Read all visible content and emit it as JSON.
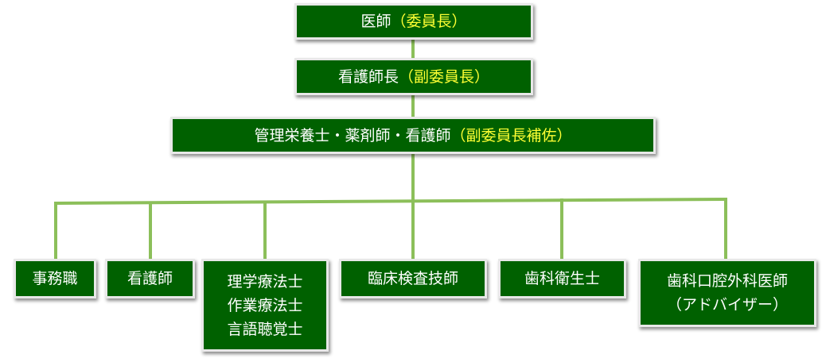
{
  "diagram": {
    "colors": {
      "box_fill": "#006100",
      "box_border": "#e8e8e8",
      "text": "#ffffff",
      "highlight_text": "#ffff33",
      "connector": "#8cbf5a"
    },
    "top_nodes": [
      {
        "name": "医師",
        "role": "（委員長）"
      },
      {
        "name": "看護師長",
        "role": "（副委員長）"
      },
      {
        "name": "管理栄養士・薬剤師・看護師",
        "role": "（副委員長補佐）"
      }
    ],
    "members": [
      {
        "lines": [
          "事務職"
        ]
      },
      {
        "lines": [
          "看護師"
        ]
      },
      {
        "lines": [
          "理学療法士",
          "作業療法士",
          "言語聴覚士"
        ]
      },
      {
        "lines": [
          "臨床検査技師"
        ]
      },
      {
        "lines": [
          "歯科衛生士"
        ]
      },
      {
        "lines": [
          "歯科口腔外科医師",
          "（アドバイザー）"
        ]
      }
    ]
  }
}
